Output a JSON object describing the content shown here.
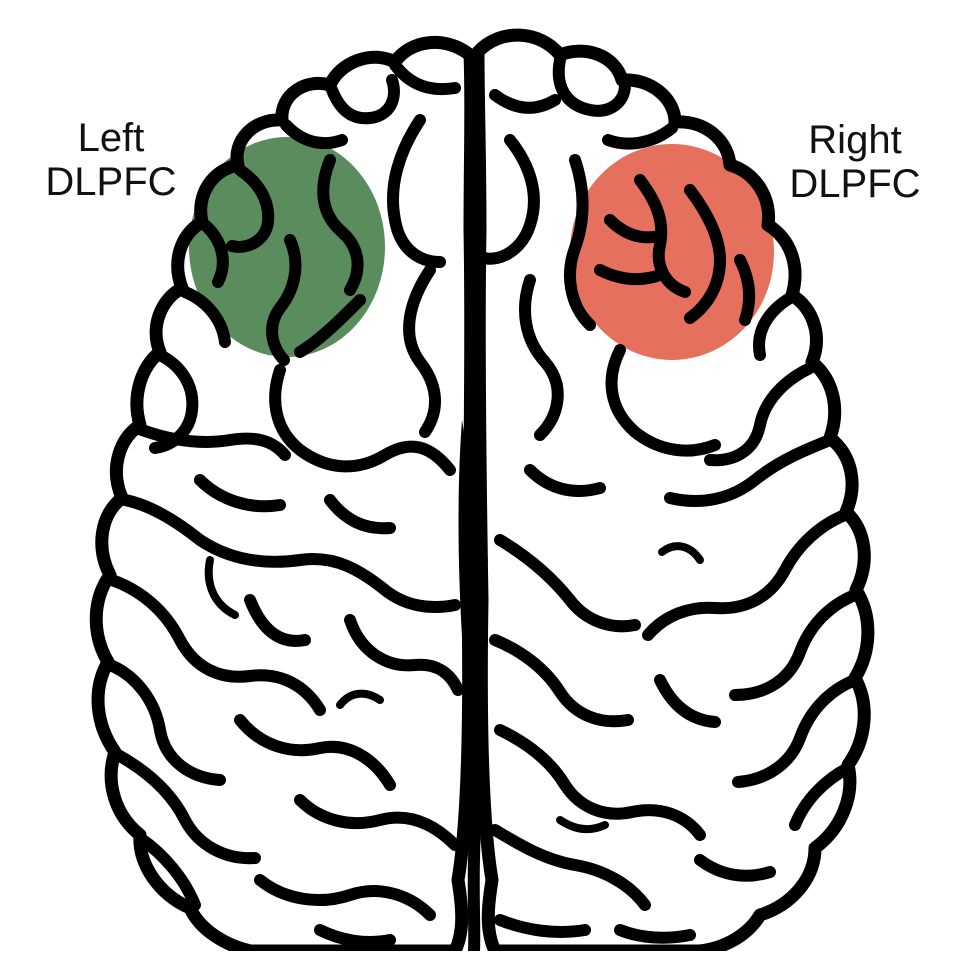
{
  "regions": {
    "left": {
      "line1": "Left",
      "line2": "DLPFC",
      "color": "#5b8c5e"
    },
    "right": {
      "line1": "Right",
      "line2": "DLPFC",
      "color": "#e5705e"
    }
  },
  "outline_color": "#000000",
  "background_color": "#ffffff"
}
